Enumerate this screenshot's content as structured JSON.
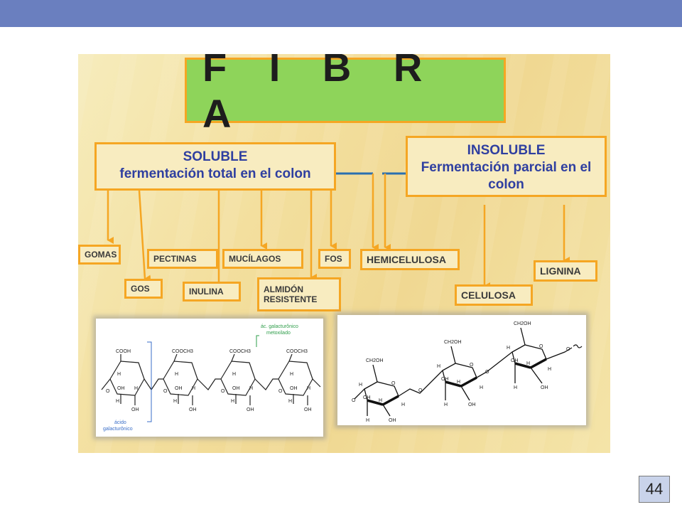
{
  "title": "F I B R A",
  "soluble": {
    "line1": "SOLUBLE",
    "line2": "fermentación total en el colon"
  },
  "insoluble": {
    "line1": "INSOLUBLE",
    "line2": "Fermentación parcial en el",
    "line3": "colon"
  },
  "soluble_items": {
    "gomas": "GOMAS",
    "gos": "GOS",
    "pectinas": "PECTINAS",
    "inulina": "INULINA",
    "mucilagos": "MUCÍLAGOS",
    "almidon_1": "ALMIDÓN",
    "almidon_2": "RESISTENTE",
    "fos": "FOS"
  },
  "insoluble_items": {
    "hemicelulosa": "HEMICELULOSA",
    "celulosa": "CELULOSA",
    "lignina": "LIGNINA"
  },
  "pectin_structure": {
    "cooh": "COOH",
    "cooch3_a": "COOCH3",
    "cooch3_b": "COOCH3",
    "label_methyl_1": "ác. galacturônico",
    "label_methyl_2": "metoxilado",
    "label_acid_1": "ácido",
    "label_acid_2": "galacturônico",
    "h": "H",
    "oh": "OH",
    "o": "O"
  },
  "cellulose_structure": {
    "ch2oh": "CH2OH",
    "h": "H",
    "oh": "OH",
    "o": "O"
  },
  "page_number": "44",
  "colors": {
    "topbar": "#6a7fbf",
    "title_green": "#8ed45a",
    "border_orange": "#f5a623",
    "heading_blue": "#2f3fa0",
    "connector_blue": "#2a6fb0"
  }
}
